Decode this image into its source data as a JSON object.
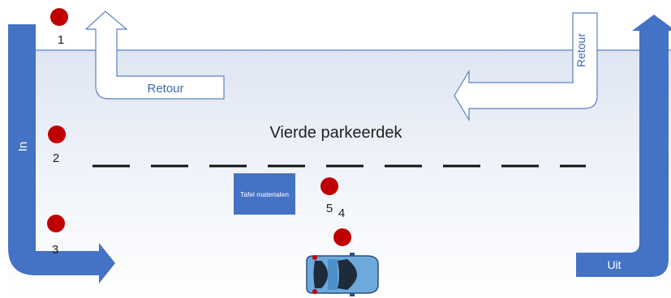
{
  "title": "Vierde parkeerdek",
  "table_label": "Tafel materialen",
  "arrows": {
    "in": "In",
    "uit": "Uit",
    "retour_top": "Retour",
    "retour_right": "Retour"
  },
  "points": [
    {
      "label": "1"
    },
    {
      "label": "2"
    },
    {
      "label": "3"
    },
    {
      "label": "5"
    },
    {
      "label": "4"
    }
  ],
  "colors": {
    "blue_arrow": "#4472c4",
    "outline_arrow": "#5b7fc0",
    "point": "#c00000",
    "table": "#4472c4",
    "floor_line": "#8faad9"
  }
}
